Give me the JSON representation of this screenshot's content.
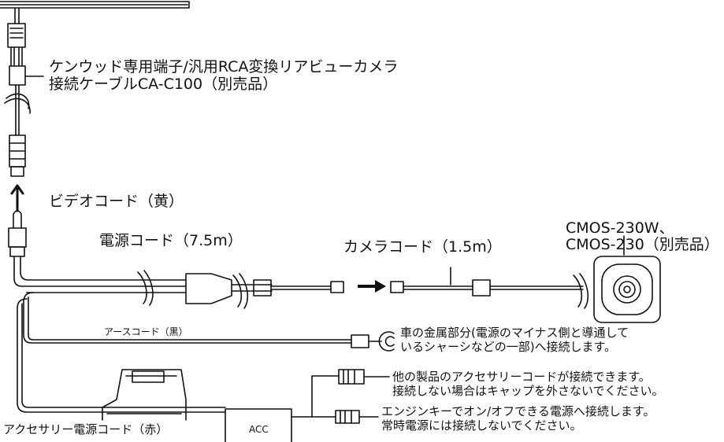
{
  "labels": {
    "conversion_cable_line1": "ケンウッド専用端子/汎用RCA変換リアビューカメラ",
    "conversion_cable_line2": "接続ケーブルCA-C100（別売品）",
    "video_cord": "ビデオコード（黄）",
    "power_cord": "電源コード（7.5m）",
    "camera_cord": "カメラコード（1.5m）",
    "camera_model_line1": "CMOS-230W、",
    "camera_model_line2": "CMOS-230（別売品）",
    "earth_cord": "アースコード（黒）",
    "earth_note_line1": "車の金属部分(電源のマイナス側と導通して",
    "earth_note_line2": "いるシャーシなどの一部)へ接続します。",
    "other_product_line1": "他の製品のアクセサリーコードが接続できます。",
    "other_product_line2": "接続しない場合はキャップを外さないでください。",
    "ignition_line1": "エンジンキーでオン/オフできる電源へ接続します。",
    "ignition_line2": "常時電源には接続しないでください。",
    "accessory_cord": "アクセサリー電源コード（赤）",
    "acc_box": "ACC"
  }
}
